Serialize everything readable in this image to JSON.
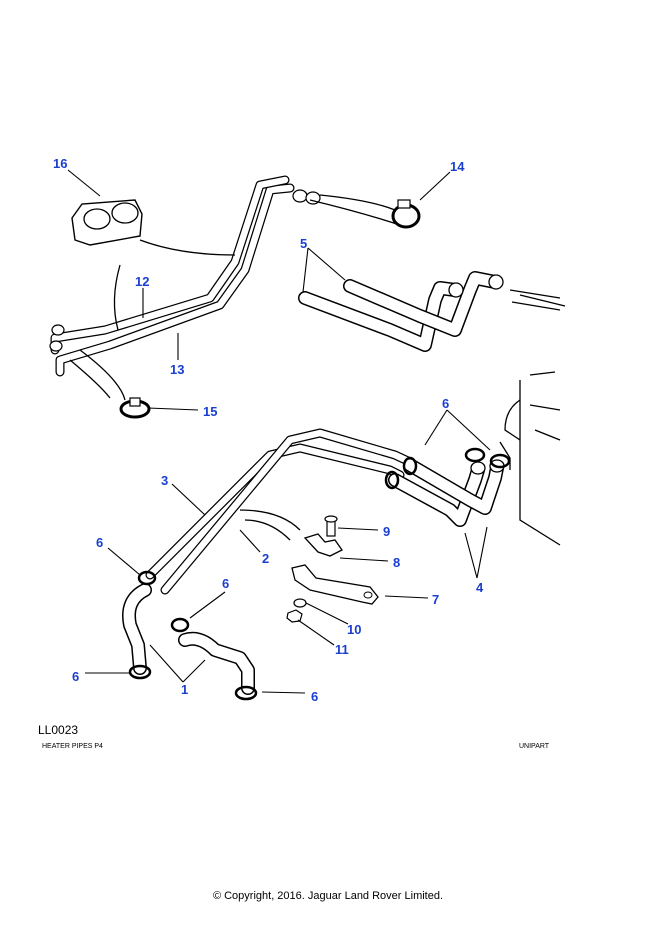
{
  "diagram": {
    "reference_code": "LL0023",
    "caption": "HEATER PIPES P4",
    "supplier": "UNIPART",
    "copyright": "© Copyright, 2016. Jaguar Land Rover Limited.",
    "callouts": [
      "1",
      "2",
      "3",
      "4",
      "5",
      "6",
      "6",
      "6",
      "6",
      "6",
      "6",
      "7",
      "8",
      "9",
      "10",
      "11",
      "12",
      "13",
      "14",
      "15",
      "16"
    ],
    "accent_color": "#1a3fd0"
  }
}
